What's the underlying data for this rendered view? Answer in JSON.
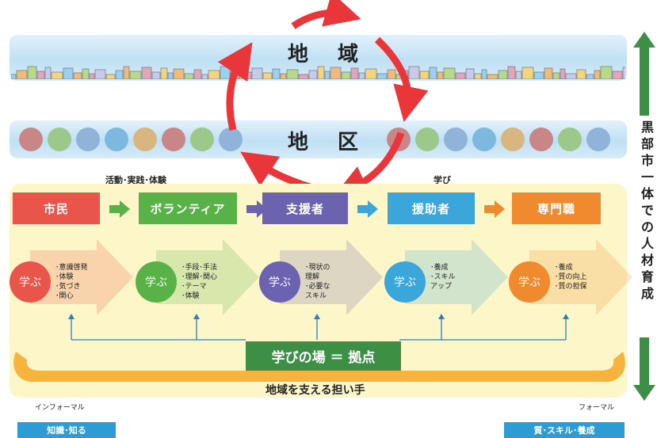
{
  "region": {
    "title": "地 域"
  },
  "district": {
    "title": "地 区"
  },
  "cycle": {
    "left_caption": "活動･実践･体験",
    "right_caption": "学び"
  },
  "vertical_label": "黒部市一体での人材育成",
  "learn_label": "学ぶ",
  "stages": [
    {
      "name": "市民",
      "color": "#e9554a",
      "items": [
        "･意識啓発",
        "･体験",
        "･気づき",
        "･関心"
      ]
    },
    {
      "name": "ボランティア",
      "color": "#58b247",
      "items": [
        "･手段･手法",
        "･理解･関心",
        "･テーマ",
        "･体験"
      ]
    },
    {
      "name": "支援者",
      "color": "#6b63b0",
      "items": [
        "･現状の",
        "理解",
        "･必要な",
        "スキル"
      ]
    },
    {
      "name": "援助者",
      "color": "#3aa6d9",
      "items": [
        "･養成",
        "･スキル",
        "アップ"
      ]
    },
    {
      "name": "専門職",
      "color": "#ef8a2e",
      "items": [
        "･養成",
        "･質の向上",
        "･質の担保"
      ]
    }
  ],
  "hub": {
    "label": "学びの場 ＝ 拠点",
    "color": "#3d8f46"
  },
  "support": {
    "label": "地域を支える担い手",
    "color": "#f6b43f"
  },
  "scale": {
    "left": "インフォーマル",
    "right": "フォーマル"
  },
  "footer": {
    "left": "知識･知る",
    "right": "質･スキル･養成"
  },
  "district_circle_colors": [
    "#c98686",
    "#9cc98a",
    "#8fb3d9",
    "#7db9de",
    "#d9b57f",
    "#c98686",
    "#9cc98a",
    "#8fb3d9",
    "#c98686",
    "#9cc98a",
    "#8fb3d9",
    "#7db9de",
    "#d9b57f",
    "#c98686",
    "#9cc98a",
    "#8fb3d9"
  ],
  "colors": {
    "cycle_arrow": "#e8363a",
    "vertical_arrow": "#3d8f46",
    "band_blue": "#bfe0f4",
    "yellow_panel": "#fdf6c8"
  }
}
